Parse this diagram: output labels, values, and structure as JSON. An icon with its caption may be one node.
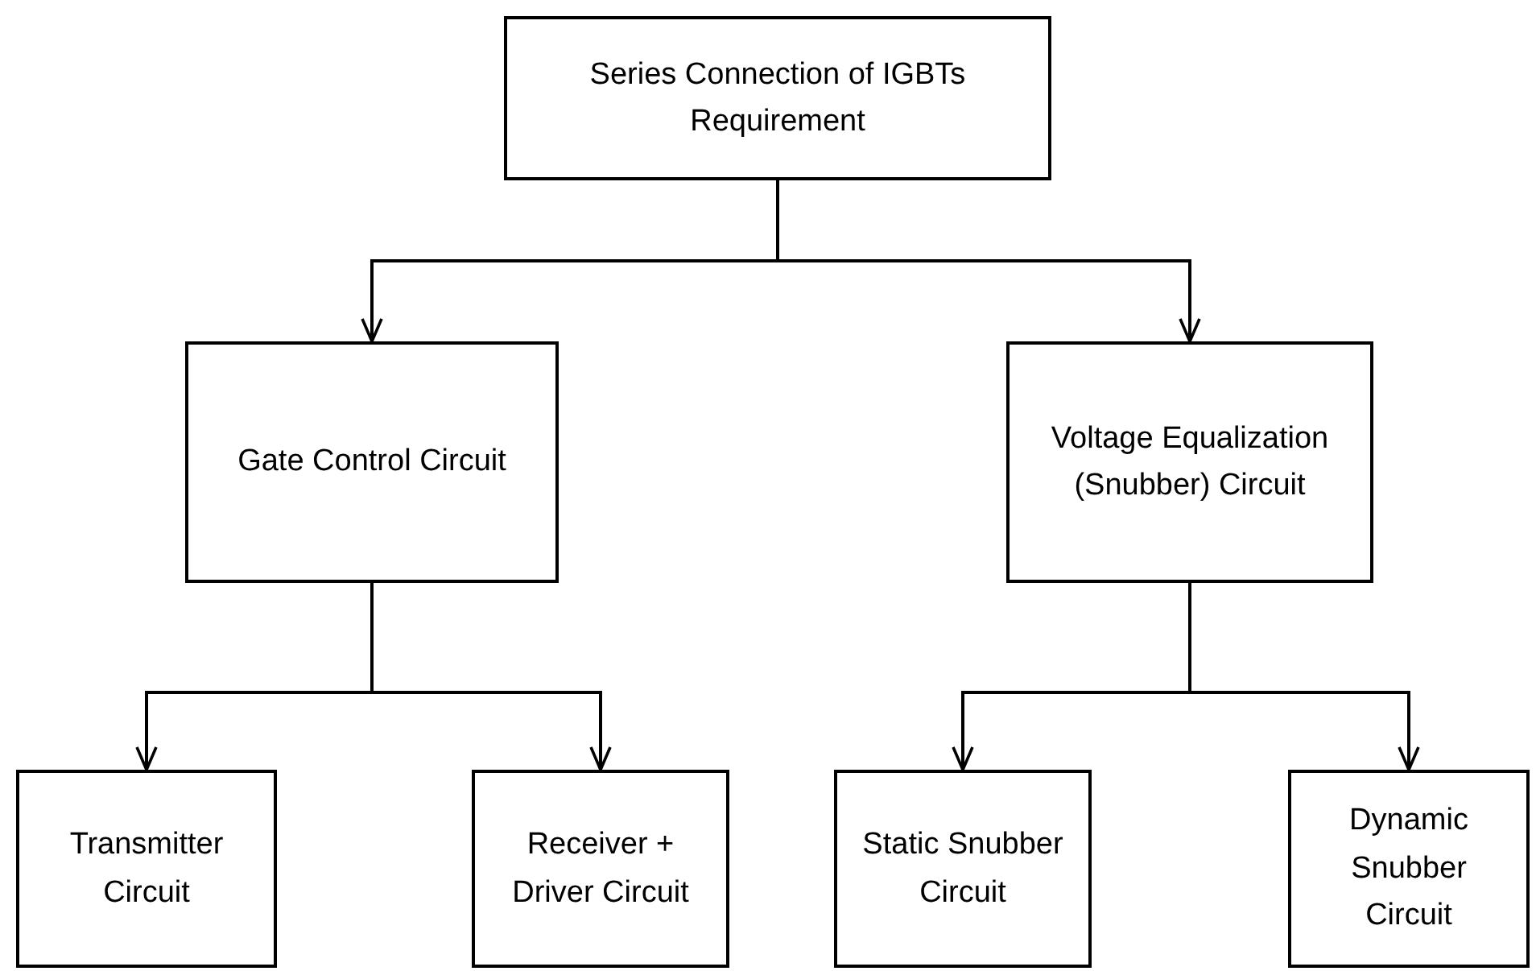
{
  "diagram": {
    "nodes": [
      {
        "text": [
          "Series Connection of IGBTs Requirement"
        ]
      },
      {
        "text": [
          "Gate Control Circuit"
        ]
      },
      {
        "text": [
          "Voltage Equalization (Snubber) Circuit"
        ]
      },
      {
        "text": [
          "Transmitter Circuit"
        ]
      },
      {
        "text": [
          "Receiver + Driver Circuit"
        ]
      },
      {
        "text": [
          "Static Snubber Circuit"
        ]
      },
      {
        "text": [
          "Dynamic Snubber Circuit"
        ]
      }
    ],
    "edges": [
      {
        "from": 0,
        "to": 1,
        "arrow": "to"
      },
      {
        "from": 0,
        "to": 2,
        "arrow": "to"
      },
      {
        "from": 1,
        "to": 3,
        "arrow": "to"
      },
      {
        "from": 1,
        "to": 4,
        "arrow": "to"
      },
      {
        "from": 2,
        "to": 5,
        "arrow": "to"
      },
      {
        "from": 2,
        "to": 6,
        "arrow": "to"
      }
    ]
  }
}
